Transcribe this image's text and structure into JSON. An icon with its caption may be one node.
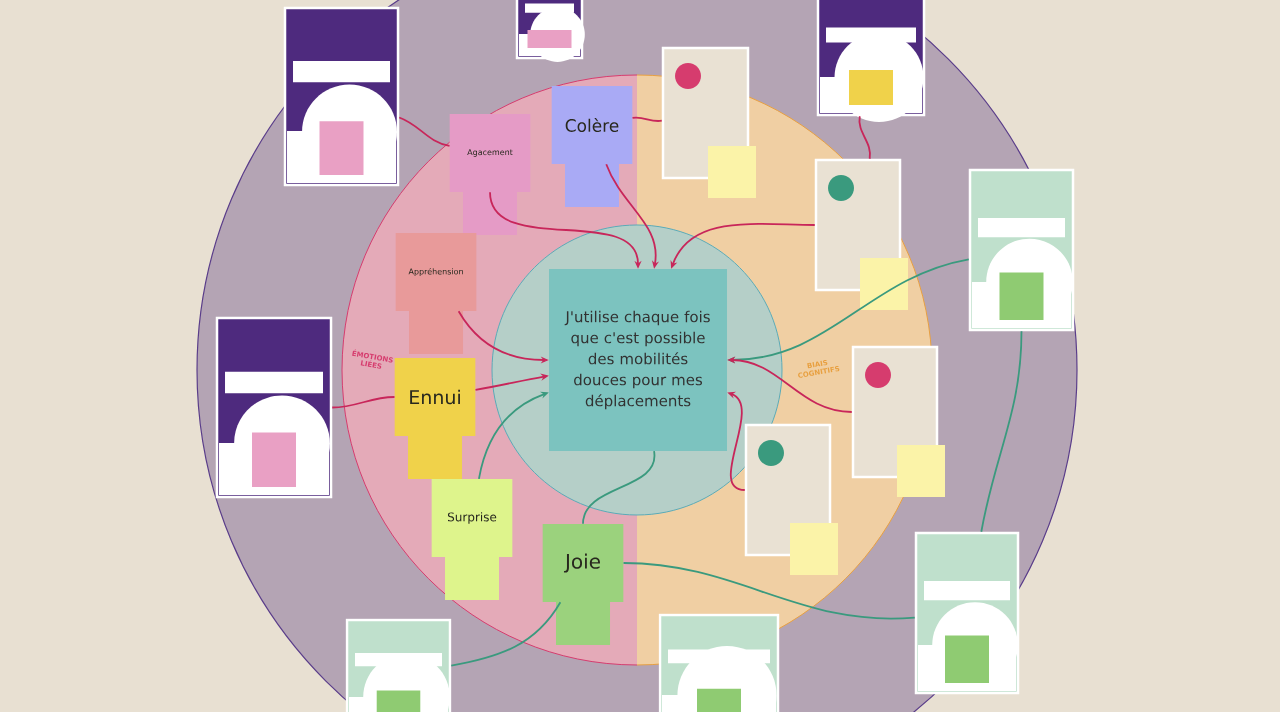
{
  "diagram": {
    "nodes": [
      {
        "text": [
          "J'utilise chaque fois que c'est possible des mobilités douces pour mes déplacements"
        ]
      },
      {
        "text": [
          "Agacement"
        ]
      },
      {
        "text": [
          "Colère"
        ]
      },
      {
        "text": [
          "Appréhension"
        ]
      },
      {
        "text": [
          "Ennui"
        ]
      },
      {
        "text": [
          "Surprise"
        ]
      },
      {
        "text": [
          "Joie"
        ]
      },
      {
        "text": [],
        "shape": "picture"
      },
      {
        "text": [],
        "shape": "picture"
      },
      {
        "text": [],
        "shape": "picture"
      },
      {
        "text": [],
        "shape": "picture"
      },
      {
        "text": [],
        "shape": "picture"
      },
      {
        "text": [],
        "shape": "picture"
      },
      {
        "text": [],
        "shape": "picture"
      },
      {
        "text": [],
        "shape": "picture"
      },
      {
        "text": [],
        "shape": "picture"
      },
      {
        "text": [],
        "shape": "picture"
      },
      {
        "text": [],
        "shape": "picture"
      },
      {
        "text": [],
        "shape": "picture"
      }
    ],
    "edges": [
      {
        "from": 7,
        "to": 1,
        "arrow": "none"
      },
      {
        "from": 2,
        "to": 11,
        "arrow": "none"
      },
      {
        "from": 1,
        "to": 0,
        "arrow": "to"
      },
      {
        "from": 2,
        "to": 0,
        "arrow": "to"
      },
      {
        "from": 9,
        "to": 12,
        "arrow": "none"
      },
      {
        "from": 12,
        "to": 0,
        "arrow": "to"
      },
      {
        "from": 3,
        "to": 0,
        "arrow": "to"
      },
      {
        "from": 4,
        "to": 0,
        "arrow": "to"
      },
      {
        "from": 10,
        "to": 4,
        "arrow": "none"
      },
      {
        "from": 5,
        "to": 0,
        "arrow": "to",
        "color": "#3a9a7e"
      },
      {
        "from": 6,
        "to": 0,
        "arrow": "none",
        "color": "#3a9a7e"
      },
      {
        "from": 6,
        "to": 16,
        "arrow": "none",
        "color": "#3a9a7e"
      },
      {
        "from": 15,
        "to": 0,
        "arrow": "to",
        "color": "#3a9a7e"
      },
      {
        "from": 13,
        "to": 0,
        "arrow": "to"
      },
      {
        "from": 14,
        "to": 0,
        "arrow": "to"
      },
      {
        "from": 15,
        "to": 16,
        "arrow": "none",
        "color": "#3a9a7e"
      },
      {
        "from": 17,
        "to": 6,
        "arrow": "none",
        "color": "#3a9a7e"
      }
    ],
    "labels": [
      "ÉMOTIONS LIÉES",
      "BIAIS COGNITIFS"
    ]
  }
}
